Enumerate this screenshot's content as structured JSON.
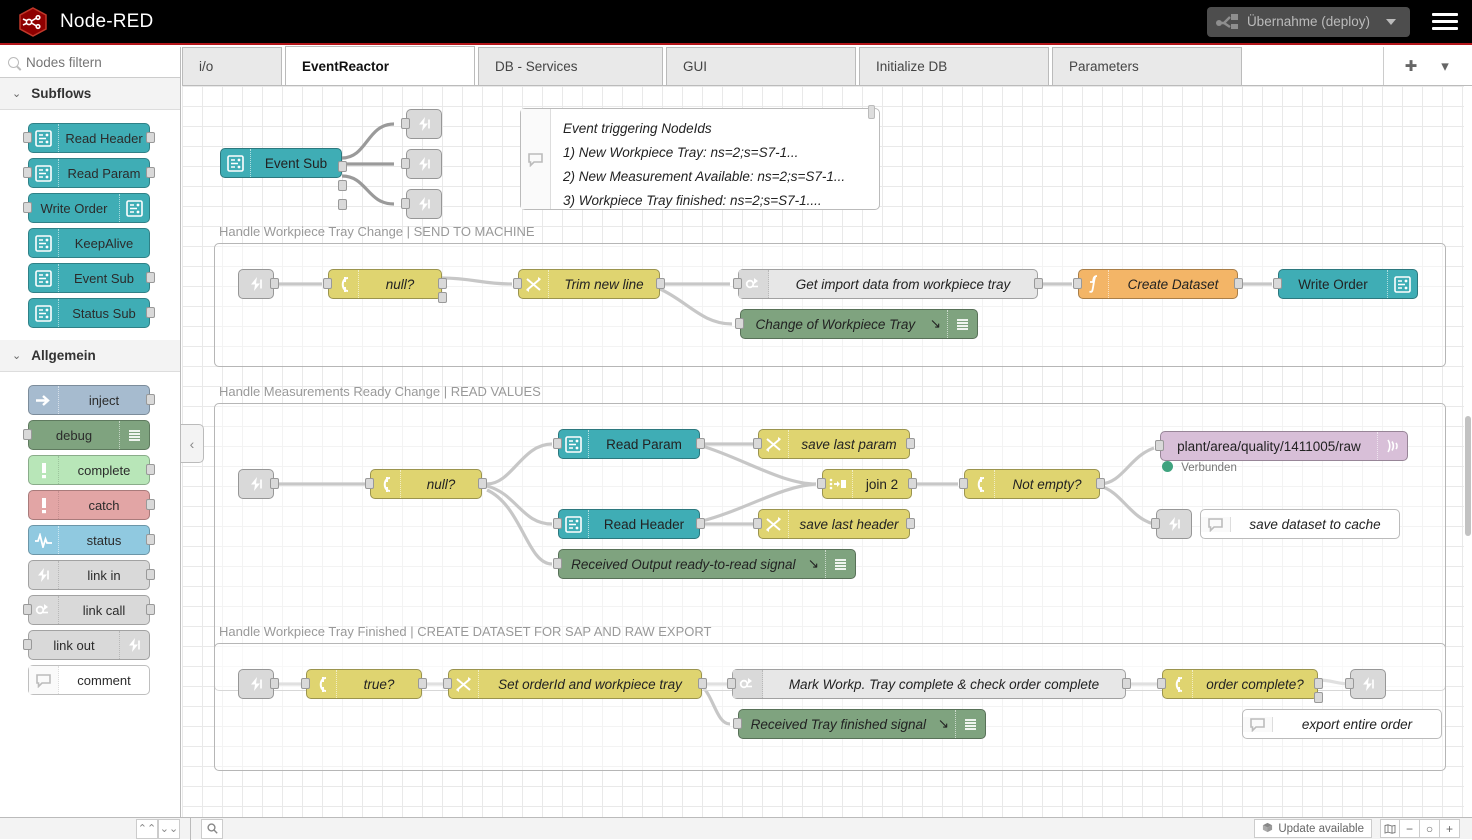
{
  "header": {
    "brand": "Node-RED",
    "logo_icon": "node-red-hex-logo",
    "deploy_label": "Übernahme (deploy)",
    "deploy_icon": "deploy-icon",
    "deploy_caret_icon": "chevron-down-icon",
    "menu_icon": "hamburger-menu-icon"
  },
  "palette": {
    "search_placeholder": "Nodes filtern",
    "search_value": "",
    "search_icon": "search-icon",
    "categories": [
      {
        "label": "Subflows",
        "chevron_icon": "chevron-down-icon",
        "nodes": [
          {
            "label": "Read Header",
            "color": "teal",
            "icon": "subflow-icon",
            "icon_side": "left",
            "in": true,
            "out": true
          },
          {
            "label": "Read Param",
            "color": "teal",
            "icon": "subflow-icon",
            "icon_side": "left",
            "in": true,
            "out": true
          },
          {
            "label": "Write Order",
            "color": "teal",
            "icon": "subflow-icon",
            "icon_side": "right",
            "in": true,
            "out": false
          },
          {
            "label": "KeepAlive",
            "color": "teal",
            "icon": "subflow-icon",
            "icon_side": "left",
            "in": false,
            "out": false
          },
          {
            "label": "Event Sub",
            "color": "teal",
            "icon": "subflow-icon",
            "icon_side": "left",
            "in": false,
            "out": true
          },
          {
            "label": "Status Sub",
            "color": "teal",
            "icon": "subflow-icon",
            "icon_side": "left",
            "in": false,
            "out": true
          }
        ]
      },
      {
        "label": "Allgemein",
        "chevron_icon": "chevron-down-icon",
        "nodes": [
          {
            "label": "inject",
            "color": "blue",
            "icon": "inject-arrow-icon",
            "icon_side": "left",
            "in": false,
            "out": true
          },
          {
            "label": "debug",
            "color": "dgreen",
            "icon": "debug-lines-icon",
            "icon_side": "right",
            "in": true,
            "out": false
          },
          {
            "label": "complete",
            "color": "lgreen",
            "icon": "exclamation-icon",
            "icon_side": "left",
            "in": false,
            "out": true
          },
          {
            "label": "catch",
            "color": "red",
            "icon": "exclamation-icon",
            "icon_side": "left",
            "in": false,
            "out": true
          },
          {
            "label": "status",
            "color": "lblue",
            "icon": "pulse-icon",
            "icon_side": "left",
            "in": false,
            "out": true
          },
          {
            "label": "link in",
            "color": "grey",
            "icon": "link-icon",
            "icon_side": "left",
            "in": false,
            "out": true
          },
          {
            "label": "link call",
            "color": "grey",
            "icon": "link-call-icon",
            "icon_side": "left",
            "in": true,
            "out": true
          },
          {
            "label": "link out",
            "color": "grey",
            "icon": "link-icon",
            "icon_side": "right",
            "in": true,
            "out": false
          },
          {
            "label": "comment",
            "color": "white",
            "icon": "comment-bubble-icon",
            "icon_side": "left",
            "in": false,
            "out": false
          }
        ]
      }
    ],
    "collapse_icon": "chevron-left-icon"
  },
  "tabs": {
    "items": [
      {
        "label": "i/o",
        "active": false
      },
      {
        "label": "EventReactor",
        "active": true
      },
      {
        "label": "DB - Services",
        "active": false
      },
      {
        "label": "GUI",
        "active": false
      },
      {
        "label": "Initialize DB",
        "active": false
      },
      {
        "label": "Parameters",
        "active": false
      }
    ],
    "add_icon": "plus-icon",
    "more_icon": "chevron-down-icon"
  },
  "flow": {
    "top": {
      "event_sub": {
        "label": "Event Sub",
        "color": "teal",
        "icon": "subflow-icon"
      },
      "links": [
        {
          "icon": "link-out-icon"
        },
        {
          "icon": "link-out-icon"
        },
        {
          "icon": "link-out-icon"
        }
      ],
      "comment": {
        "icon": "comment-bubble-icon",
        "lines": [
          "Event triggering NodeIds",
          "1) New Workpiece Tray: ns=2;s=S7-1...",
          "2) New Measurement Available: ns=2;s=S7-1...",
          "3) Workpiece Tray finished: ns=2;s=S7-1...."
        ]
      }
    },
    "groups": [
      {
        "title": "Handle Workpiece Tray Change | SEND TO MACHINE",
        "nodes": [
          {
            "label": "",
            "color": "grey",
            "icon": "link-in-icon",
            "kind": "small"
          },
          {
            "label": "null?",
            "color": "yellow",
            "icon": "switch-icon"
          },
          {
            "label": "Trim new line",
            "color": "yellow",
            "icon": "change-icon"
          },
          {
            "label": "Get import data from workpiece tray",
            "color": "white",
            "icon": "link-call-icon"
          },
          {
            "label": "Change of Workpiece Tray",
            "color": "dgreen",
            "icon": "debug-lines-icon",
            "suffix": "debug-target-icon"
          },
          {
            "label": "Create Dataset",
            "color": "orange",
            "icon": "function-icon"
          },
          {
            "label": "Write Order",
            "color": "teal",
            "icon": "subflow-icon"
          }
        ]
      },
      {
        "title": "Handle Measurements Ready Change | READ VALUES",
        "nodes": [
          {
            "label": "",
            "color": "grey",
            "icon": "link-in-icon",
            "kind": "small"
          },
          {
            "label": "null?",
            "color": "yellow",
            "icon": "switch-icon"
          },
          {
            "label": "Read Param",
            "color": "teal",
            "icon": "subflow-icon"
          },
          {
            "label": "Read Header",
            "color": "teal",
            "icon": "subflow-icon"
          },
          {
            "label": "save last param",
            "color": "yellow",
            "icon": "change-icon"
          },
          {
            "label": "save last header",
            "color": "yellow",
            "icon": "change-icon"
          },
          {
            "label": "Received Output ready-to-read signal",
            "color": "dgreen",
            "icon": "debug-lines-icon",
            "suffix": "debug-target-icon"
          },
          {
            "label": "join 2",
            "color": "yellow",
            "icon": "join-icon"
          },
          {
            "label": "Not empty?",
            "color": "yellow",
            "icon": "switch-icon"
          },
          {
            "label": "plant/area/quality/1411005/raw",
            "color": "purple",
            "icon": "mqtt-icon",
            "status": "Verbunden"
          },
          {
            "label": "",
            "color": "grey",
            "icon": "link-out-icon",
            "kind": "small"
          },
          {
            "label": "save dataset to cache",
            "color": "white",
            "icon": "comment-bubble-icon",
            "kind": "comment"
          }
        ]
      },
      {
        "title": "Handle Workpiece Tray Finished | CREATE DATASET FOR SAP AND RAW EXPORT",
        "nodes": [
          {
            "label": "",
            "color": "grey",
            "icon": "link-in-icon",
            "kind": "small"
          },
          {
            "label": "true?",
            "color": "yellow",
            "icon": "switch-icon"
          },
          {
            "label": "Set orderId and workpiece tray",
            "color": "yellow",
            "icon": "change-icon"
          },
          {
            "label": "Mark Workp. Tray complete & check order complete",
            "color": "white",
            "icon": "link-call-icon"
          },
          {
            "label": "Received Tray finished signal",
            "color": "dgreen",
            "icon": "debug-lines-icon",
            "suffix": "debug-target-icon"
          },
          {
            "label": "order complete?",
            "color": "yellow",
            "icon": "switch-icon"
          },
          {
            "label": "",
            "color": "grey",
            "icon": "link-out-icon",
            "kind": "small"
          },
          {
            "label": "export entire order",
            "color": "white",
            "icon": "comment-bubble-icon",
            "kind": "comment"
          }
        ]
      }
    ],
    "mqtt_status_text": "Verbunden",
    "mqtt_status_color": "#3fa37f"
  },
  "footer": {
    "scroll_up_icon": "chevrons-up-icon",
    "scroll_down_icon": "chevrons-down-icon",
    "search_icon": "search-icon",
    "update_label": "Update available",
    "update_icon": "package-icon",
    "map_icon": "navigator-map-icon",
    "zoom_out_label": "−",
    "zoom_reset_label": "○",
    "zoom_in_label": "+"
  },
  "colors": {
    "brand_red": "#b3161a",
    "teal": "#3fadb5",
    "yellow": "#dfd470",
    "green": "#7fa37f",
    "orange": "#f3b567",
    "purple": "#d8bfd8",
    "wire": "#9a9a9a"
  }
}
